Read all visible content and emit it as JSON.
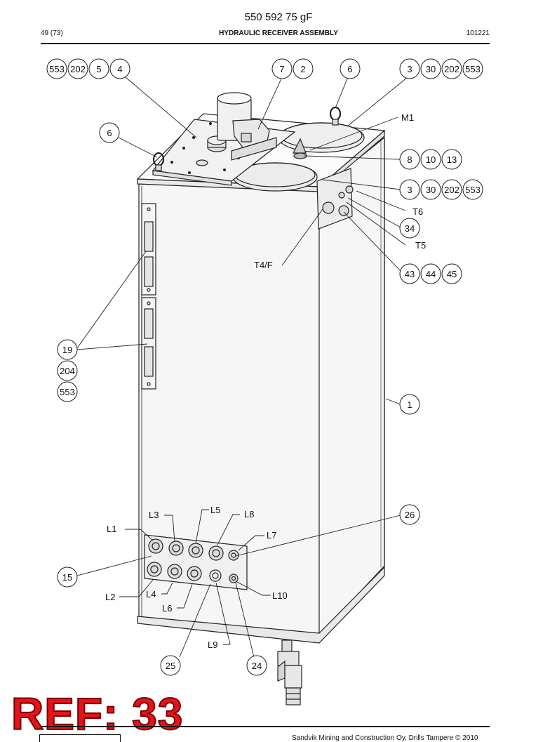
{
  "header": {
    "code": "550 592 75 gF",
    "page": "49 (73)",
    "title": "HYDRAULIC RECEIVER ASSEMBLY",
    "date": "101221"
  },
  "callouts": [
    {
      "id": "c553a",
      "text": "553"
    },
    {
      "id": "c202a",
      "text": "202"
    },
    {
      "id": "c5",
      "text": "5"
    },
    {
      "id": "c4",
      "text": "4"
    },
    {
      "id": "c7",
      "text": "7"
    },
    {
      "id": "c2",
      "text": "2"
    },
    {
      "id": "c6a",
      "text": "6"
    },
    {
      "id": "c3a",
      "text": "3"
    },
    {
      "id": "c30a",
      "text": "30"
    },
    {
      "id": "c202b",
      "text": "202"
    },
    {
      "id": "c553b",
      "text": "553"
    },
    {
      "id": "c6b",
      "text": "6"
    },
    {
      "id": "c8",
      "text": "8"
    },
    {
      "id": "c10",
      "text": "10"
    },
    {
      "id": "c13",
      "text": "13"
    },
    {
      "id": "c3b",
      "text": "3"
    },
    {
      "id": "c30b",
      "text": "30"
    },
    {
      "id": "c202c",
      "text": "202"
    },
    {
      "id": "c553c",
      "text": "553"
    },
    {
      "id": "c34",
      "text": "34"
    },
    {
      "id": "c43",
      "text": "43"
    },
    {
      "id": "c44",
      "text": "44"
    },
    {
      "id": "c45",
      "text": "45"
    },
    {
      "id": "c19",
      "text": "19"
    },
    {
      "id": "c204",
      "text": "204"
    },
    {
      "id": "c553d",
      "text": "553"
    },
    {
      "id": "c1",
      "text": "1"
    },
    {
      "id": "c26",
      "text": "26"
    },
    {
      "id": "c15",
      "text": "15"
    },
    {
      "id": "c25",
      "text": "25"
    },
    {
      "id": "c24",
      "text": "24"
    }
  ],
  "labels": {
    "M1": "M1",
    "T6": "T6",
    "T5": "T5",
    "T4F": "T4/F",
    "L1": "L1",
    "L2": "L2",
    "L3": "L3",
    "L4": "L4",
    "L5": "L5",
    "L6": "L6",
    "L7": "L7",
    "L8": "L8",
    "L9": "L9",
    "L10": "L10"
  },
  "ref_stamp": "REF: 33",
  "footer": {
    "company": "Sandvik Mining and Construction Oy, Drills Tampere © 2010"
  }
}
